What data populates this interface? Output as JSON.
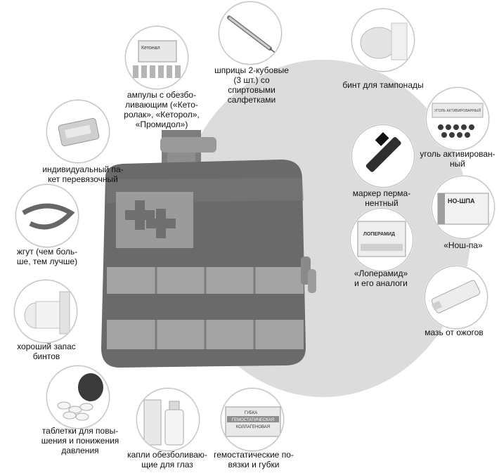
{
  "items": [
    {
      "key": "ampoules",
      "label": "ампулы с обезбо-\nливающим («Кето-\nролак», «Кеторол»,\n«Промидол»)"
    },
    {
      "key": "syringes",
      "label": "шприцы 2-кубовые\n(3 шт.) со спиртовыми\nсалфетками"
    },
    {
      "key": "bandage_tamponade",
      "label": "бинт для тампонады"
    },
    {
      "key": "dressing",
      "label": "индивидуальный па-\nкет перевязочный"
    },
    {
      "key": "charcoal",
      "label": "уголь активирован-\nный"
    },
    {
      "key": "marker",
      "label": "маркер перма-\nнентный"
    },
    {
      "key": "tourniquet",
      "label": "жгут (чем боль-\nше, тем лучше)"
    },
    {
      "key": "nospa",
      "label": "«Нош-па»"
    },
    {
      "key": "loperamide",
      "label": "«Лоперамид»\nи его аналоги"
    },
    {
      "key": "burn_ointment",
      "label": "мазь от ожогов"
    },
    {
      "key": "bandages",
      "label": "хороший запас\nбинтов"
    },
    {
      "key": "pills",
      "label": "таблетки для повы-\nшения и понижения\nдавления"
    },
    {
      "key": "eye_drops",
      "label": "капли обезболиваю-\nщие для глаз"
    },
    {
      "key": "hemostatic",
      "label": "гемостатические по-\nвязки и губки"
    }
  ],
  "product_text": {
    "ketonal": "Кетонал",
    "charcoal_box": "УГОЛЬ АКТИВИРОВАННЫЙ",
    "nospa_box": "НО-ШПА",
    "loperamide_box": "ЛОПЕРАМИД",
    "sponge_line1": "ГУБКА",
    "sponge_line2": "ГЕМОСТАТИЧЕСКАЯ",
    "sponge_line3": "КОЛЛАГЕНОВАЯ"
  },
  "colors": {
    "disc": "#dcdcdc",
    "bag": "#6e6e6e",
    "webbing": "#a9a9a9"
  }
}
